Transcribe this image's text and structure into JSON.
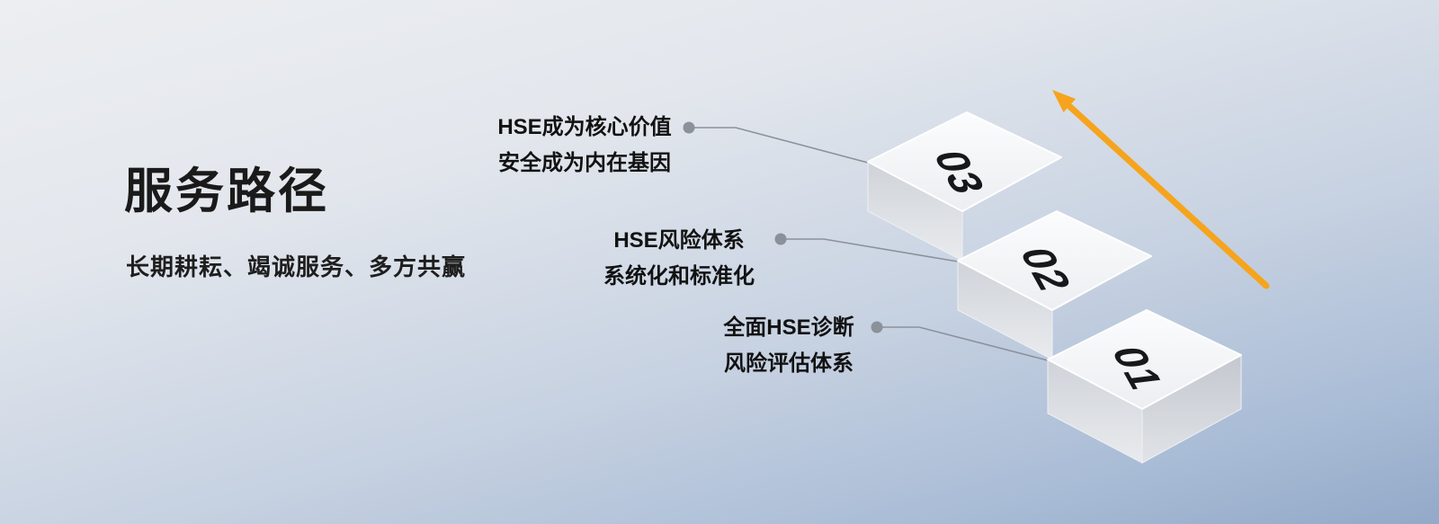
{
  "page": {
    "title": "服务路径",
    "subtitle": "长期耕耘、竭诚服务、多方共赢"
  },
  "steps": [
    {
      "number": "03",
      "label_line1": "HSE成为核心价值",
      "label_line2": "安全成为内在基因"
    },
    {
      "number": "02",
      "label_line1": "HSE风险体系",
      "label_line2": "系统化和标准化"
    },
    {
      "number": "01",
      "label_line1": "全面HSE诊断",
      "label_line2": "风险评估体系"
    }
  ],
  "colors": {
    "arrow": "#F6A41D",
    "step_top_face": "#f6f7f9",
    "step_front_face": "#d6d9de",
    "connector": "#8b919b",
    "title": "#1a1a1a",
    "background_top": "#ecedf0",
    "background_bottom": "#93a9c8"
  },
  "icons": {
    "growth_arrow": "up-right-trend-arrow"
  }
}
